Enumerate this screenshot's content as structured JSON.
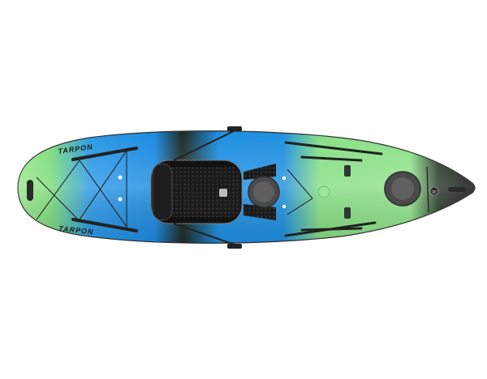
{
  "image": {
    "subject": "Sit-on-top kayak, top-down view",
    "background_color": "#ffffff"
  },
  "kayak": {
    "model_text_top": "TARPON",
    "model_text_bottom": "TARPON",
    "colors": {
      "green": "#7edc7a",
      "green_light": "#a7ec9a",
      "blue": "#1f8fe0",
      "blue_dark": "#0d63b8",
      "black": "#141414",
      "seat": "#1b1b1b",
      "hatch": "#555555"
    },
    "features": [
      "bow-carry-handle",
      "bow-bungee-deck",
      "padded-seat",
      "center-hatch",
      "stern-hatch",
      "deck-rails",
      "foot-braces",
      "logo-badge"
    ]
  }
}
